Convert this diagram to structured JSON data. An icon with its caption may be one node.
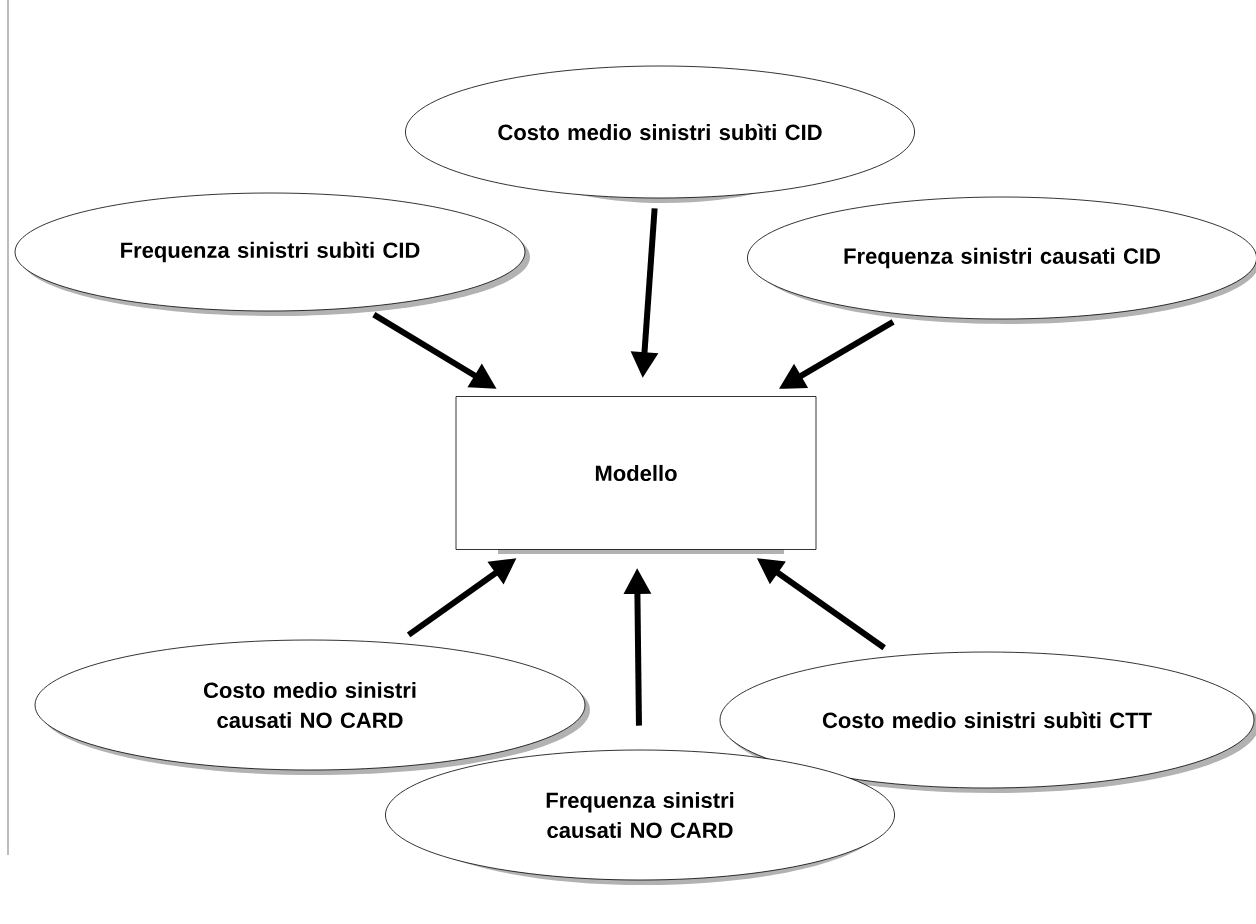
{
  "diagram": {
    "nodes": [
      {
        "text": [
          "Costo medio sinistri subìti CID"
        ]
      },
      {
        "text": [
          "Frequenza sinistri subìti CID"
        ]
      },
      {
        "text": [
          "Frequenza sinistri causati CID"
        ]
      },
      {
        "text": [
          "Modello"
        ]
      },
      {
        "text": [
          "Costo medio sinistri causati NO CARD"
        ]
      },
      {
        "text": [
          "Costo medio sinistri subìti CTT"
        ]
      },
      {
        "text": [
          "Frequenza sinistri causati NO CARD"
        ]
      }
    ],
    "edges": [
      {
        "from": 0,
        "to": 3,
        "arrow": "to"
      },
      {
        "from": 1,
        "to": 3,
        "arrow": "to"
      },
      {
        "from": 2,
        "to": 3,
        "arrow": "to"
      },
      {
        "from": 4,
        "to": 3,
        "arrow": "to"
      },
      {
        "from": 5,
        "to": 3,
        "arrow": "to"
      },
      {
        "from": 6,
        "to": 3,
        "arrow": "to"
      }
    ]
  }
}
